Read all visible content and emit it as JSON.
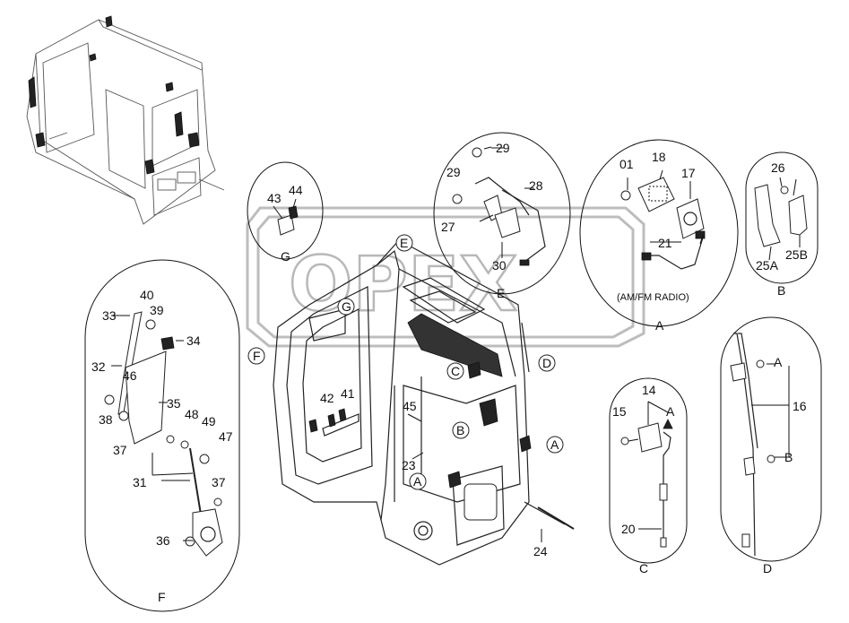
{
  "diagram": {
    "watermark": "OPEX",
    "callouts": [
      {
        "id": "c01",
        "text": "01"
      },
      {
        "id": "c14",
        "text": "14"
      },
      {
        "id": "c15",
        "text": "15"
      },
      {
        "id": "c16",
        "text": "16"
      },
      {
        "id": "c17",
        "text": "17"
      },
      {
        "id": "c18",
        "text": "18"
      },
      {
        "id": "c20",
        "text": "20"
      },
      {
        "id": "c21",
        "text": "21"
      },
      {
        "id": "c23",
        "text": "23"
      },
      {
        "id": "c24",
        "text": "24"
      },
      {
        "id": "c25A",
        "text": "25A"
      },
      {
        "id": "c25B",
        "text": "25B"
      },
      {
        "id": "c26",
        "text": "26"
      },
      {
        "id": "c27",
        "text": "27"
      },
      {
        "id": "c28",
        "text": "28"
      },
      {
        "id": "c29a",
        "text": "29"
      },
      {
        "id": "c29b",
        "text": "29"
      },
      {
        "id": "c30",
        "text": "30"
      },
      {
        "id": "c31",
        "text": "31"
      },
      {
        "id": "c32",
        "text": "32"
      },
      {
        "id": "c33",
        "text": "33"
      },
      {
        "id": "c34",
        "text": "34"
      },
      {
        "id": "c35",
        "text": "35"
      },
      {
        "id": "c36",
        "text": "36"
      },
      {
        "id": "c37a",
        "text": "37"
      },
      {
        "id": "c37b",
        "text": "37"
      },
      {
        "id": "c38",
        "text": "38"
      },
      {
        "id": "c39",
        "text": "39"
      },
      {
        "id": "c40",
        "text": "40"
      },
      {
        "id": "c41",
        "text": "41"
      },
      {
        "id": "c42",
        "text": "42"
      },
      {
        "id": "c43",
        "text": "43"
      },
      {
        "id": "c44",
        "text": "44"
      },
      {
        "id": "c45",
        "text": "45"
      },
      {
        "id": "c46",
        "text": "46"
      },
      {
        "id": "c47",
        "text": "47"
      },
      {
        "id": "c48",
        "text": "48"
      },
      {
        "id": "c49",
        "text": "49"
      }
    ],
    "detail_labels": {
      "A": "A",
      "B": "B",
      "C": "C",
      "D": "D",
      "E": "E",
      "F": "F",
      "G": "G"
    },
    "radio_note": "(AM/FM RADIO)"
  }
}
